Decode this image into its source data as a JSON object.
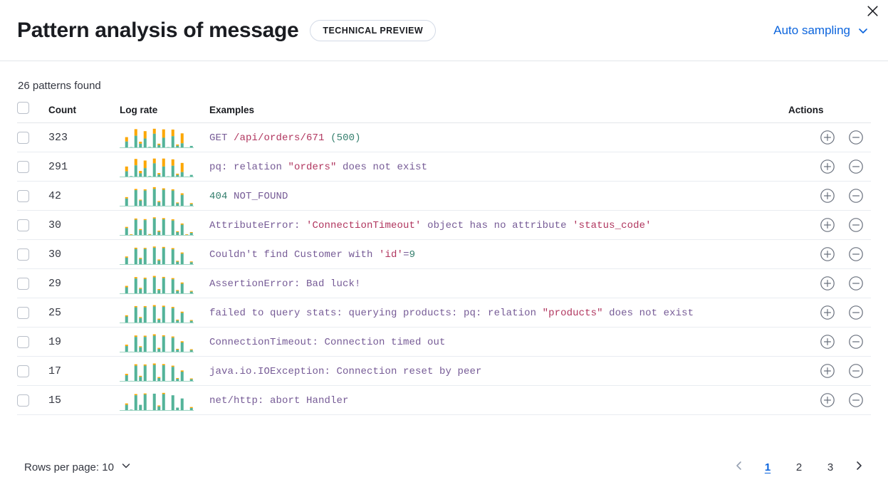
{
  "header": {
    "title": "Pattern analysis of message",
    "badge": "TECHNICAL PREVIEW",
    "sampling_label": "Auto sampling",
    "sampling_icon": "chevron-down-icon",
    "close_icon": "close-icon"
  },
  "summary": {
    "patterns_found": "26 patterns found"
  },
  "table": {
    "columns": {
      "count": "Count",
      "log_rate": "Log rate",
      "examples": "Examples",
      "actions": "Actions"
    },
    "rows": [
      {
        "count": "323",
        "example_plain": "GET /api/orders/671 (500)",
        "tokens": [
          {
            "t": "GET ",
            "c": "def"
          },
          {
            "t": "/api/orders/671",
            "c": "str"
          },
          {
            "t": " ",
            "c": "def"
          },
          {
            "t": "(500)",
            "c": "num"
          }
        ],
        "bars": [
          {
            "g": 0.0,
            "o": 0.0
          },
          {
            "g": 0.33,
            "o": 0.22
          },
          {
            "g": 0.05,
            "o": 0.0
          },
          {
            "g": 0.62,
            "o": 0.33
          },
          {
            "g": 0.22,
            "o": 0.1
          },
          {
            "g": 0.48,
            "o": 0.37
          },
          {
            "g": 0.06,
            "o": 0.0
          },
          {
            "g": 0.72,
            "o": 0.25
          },
          {
            "g": 0.16,
            "o": 0.06
          },
          {
            "g": 0.52,
            "o": 0.42
          },
          {
            "g": 0.05,
            "o": 0.0
          },
          {
            "g": 0.6,
            "o": 0.33
          },
          {
            "g": 0.12,
            "o": 0.06
          },
          {
            "g": 0.24,
            "o": 0.5
          },
          {
            "g": 0.04,
            "o": 0.0
          },
          {
            "g": 0.11,
            "o": 0.0
          }
        ]
      },
      {
        "count": "291",
        "example_plain": "pq: relation \"orders\" does not exist",
        "tokens": [
          {
            "t": "pq: relation ",
            "c": "def"
          },
          {
            "t": "\"orders\"",
            "c": "str"
          },
          {
            "t": " does not exist",
            "c": "def"
          }
        ],
        "bars": [
          {
            "g": 0.0,
            "o": 0.0
          },
          {
            "g": 0.3,
            "o": 0.24
          },
          {
            "g": 0.06,
            "o": 0.0
          },
          {
            "g": 0.6,
            "o": 0.32
          },
          {
            "g": 0.2,
            "o": 0.12
          },
          {
            "g": 0.46,
            "o": 0.38
          },
          {
            "g": 0.06,
            "o": 0.0
          },
          {
            "g": 0.7,
            "o": 0.24
          },
          {
            "g": 0.14,
            "o": 0.07
          },
          {
            "g": 0.54,
            "o": 0.4
          },
          {
            "g": 0.05,
            "o": 0.0
          },
          {
            "g": 0.58,
            "o": 0.32
          },
          {
            "g": 0.12,
            "o": 0.06
          },
          {
            "g": 0.26,
            "o": 0.46
          },
          {
            "g": 0.04,
            "o": 0.0
          },
          {
            "g": 0.12,
            "o": 0.0
          }
        ]
      },
      {
        "count": "42",
        "example_plain": "404 NOT_FOUND",
        "tokens": [
          {
            "t": "404",
            "c": "num"
          },
          {
            "t": " NOT_FOUND",
            "c": "def"
          }
        ],
        "bars": [
          {
            "g": 0.02,
            "o": 0.0
          },
          {
            "g": 0.4,
            "o": 0.07
          },
          {
            "g": 0.03,
            "o": 0.0
          },
          {
            "g": 0.82,
            "o": 0.06
          },
          {
            "g": 0.3,
            "o": 0.04
          },
          {
            "g": 0.8,
            "o": 0.06
          },
          {
            "g": 0.04,
            "o": 0.0
          },
          {
            "g": 0.88,
            "o": 0.09
          },
          {
            "g": 0.22,
            "o": 0.05
          },
          {
            "g": 0.84,
            "o": 0.07
          },
          {
            "g": 0.03,
            "o": 0.0
          },
          {
            "g": 0.8,
            "o": 0.06
          },
          {
            "g": 0.16,
            "o": 0.04
          },
          {
            "g": 0.58,
            "o": 0.08
          },
          {
            "g": 0.03,
            "o": 0.0
          },
          {
            "g": 0.12,
            "o": 0.05
          }
        ]
      },
      {
        "count": "30",
        "example_plain": "AttributeError: 'ConnectionTimeout' object has no attribute 'status_code'",
        "tokens": [
          {
            "t": "AttributeError: ",
            "c": "def"
          },
          {
            "t": "'ConnectionTimeout'",
            "c": "str"
          },
          {
            "t": " object has no attribute ",
            "c": "def"
          },
          {
            "t": "'status_code'",
            "c": "str"
          }
        ],
        "bars": [
          {
            "g": 0.02,
            "o": 0.0
          },
          {
            "g": 0.38,
            "o": 0.06
          },
          {
            "g": 0.04,
            "o": 0.03
          },
          {
            "g": 0.8,
            "o": 0.06
          },
          {
            "g": 0.28,
            "o": 0.05
          },
          {
            "g": 0.78,
            "o": 0.05
          },
          {
            "g": 0.05,
            "o": 0.03
          },
          {
            "g": 0.86,
            "o": 0.06
          },
          {
            "g": 0.2,
            "o": 0.05
          },
          {
            "g": 0.82,
            "o": 0.06
          },
          {
            "g": 0.03,
            "o": 0.0
          },
          {
            "g": 0.76,
            "o": 0.06
          },
          {
            "g": 0.18,
            "o": 0.04
          },
          {
            "g": 0.55,
            "o": 0.06
          },
          {
            "g": 0.04,
            "o": 0.03
          },
          {
            "g": 0.14,
            "o": 0.04
          }
        ]
      },
      {
        "count": "30",
        "example_plain": "Couldn't find Customer with 'id'=9",
        "tokens": [
          {
            "t": "Couldn't find Customer with ",
            "c": "def"
          },
          {
            "t": "'id'",
            "c": "str"
          },
          {
            "t": "=",
            "c": "def"
          },
          {
            "t": "9",
            "c": "num"
          }
        ],
        "bars": [
          {
            "g": 0.02,
            "o": 0.0
          },
          {
            "g": 0.36,
            "o": 0.06
          },
          {
            "g": 0.04,
            "o": 0.0
          },
          {
            "g": 0.8,
            "o": 0.06
          },
          {
            "g": 0.3,
            "o": 0.05
          },
          {
            "g": 0.8,
            "o": 0.05
          },
          {
            "g": 0.05,
            "o": 0.0
          },
          {
            "g": 0.86,
            "o": 0.06
          },
          {
            "g": 0.22,
            "o": 0.05
          },
          {
            "g": 0.84,
            "o": 0.06
          },
          {
            "g": 0.03,
            "o": 0.0
          },
          {
            "g": 0.78,
            "o": 0.06
          },
          {
            "g": 0.16,
            "o": 0.04
          },
          {
            "g": 0.56,
            "o": 0.06
          },
          {
            "g": 0.03,
            "o": 0.0
          },
          {
            "g": 0.13,
            "o": 0.04
          }
        ]
      },
      {
        "count": "29",
        "example_plain": "AssertionError: Bad luck!",
        "tokens": [
          {
            "t": "AssertionError: Bad luck!",
            "c": "def"
          }
        ],
        "bars": [
          {
            "g": 0.02,
            "o": 0.0
          },
          {
            "g": 0.34,
            "o": 0.07
          },
          {
            "g": 0.04,
            "o": 0.0
          },
          {
            "g": 0.78,
            "o": 0.07
          },
          {
            "g": 0.26,
            "o": 0.05
          },
          {
            "g": 0.76,
            "o": 0.06
          },
          {
            "g": 0.05,
            "o": 0.0
          },
          {
            "g": 0.84,
            "o": 0.07
          },
          {
            "g": 0.2,
            "o": 0.05
          },
          {
            "g": 0.8,
            "o": 0.06
          },
          {
            "g": 0.03,
            "o": 0.0
          },
          {
            "g": 0.74,
            "o": 0.06
          },
          {
            "g": 0.16,
            "o": 0.04
          },
          {
            "g": 0.52,
            "o": 0.06
          },
          {
            "g": 0.03,
            "o": 0.0
          },
          {
            "g": 0.12,
            "o": 0.04
          }
        ]
      },
      {
        "count": "25",
        "example_plain": "failed to query stats: querying products: pq: relation \"products\" does not exist",
        "tokens": [
          {
            "t": "failed to query stats: querying products: pq: relation ",
            "c": "def"
          },
          {
            "t": "\"products\"",
            "c": "str"
          },
          {
            "t": " does not exist",
            "c": "def"
          }
        ],
        "bars": [
          {
            "g": 0.02,
            "o": 0.0
          },
          {
            "g": 0.34,
            "o": 0.06
          },
          {
            "g": 0.03,
            "o": 0.0
          },
          {
            "g": 0.8,
            "o": 0.06
          },
          {
            "g": 0.26,
            "o": 0.05
          },
          {
            "g": 0.8,
            "o": 0.06
          },
          {
            "g": 0.04,
            "o": 0.0
          },
          {
            "g": 0.84,
            "o": 0.07
          },
          {
            "g": 0.18,
            "o": 0.05
          },
          {
            "g": 0.82,
            "o": 0.06
          },
          {
            "g": 0.03,
            "o": 0.0
          },
          {
            "g": 0.76,
            "o": 0.06
          },
          {
            "g": 0.14,
            "o": 0.04
          },
          {
            "g": 0.52,
            "o": 0.06
          },
          {
            "g": 0.03,
            "o": 0.0
          },
          {
            "g": 0.12,
            "o": 0.04
          }
        ]
      },
      {
        "count": "19",
        "example_plain": "ConnectionTimeout: Connection timed out",
        "tokens": [
          {
            "t": "ConnectionTimeout: Connection timed out",
            "c": "def"
          }
        ],
        "bars": [
          {
            "g": 0.02,
            "o": 0.0
          },
          {
            "g": 0.32,
            "o": 0.07
          },
          {
            "g": 0.04,
            "o": 0.0
          },
          {
            "g": 0.78,
            "o": 0.07
          },
          {
            "g": 0.26,
            "o": 0.05
          },
          {
            "g": 0.78,
            "o": 0.06
          },
          {
            "g": 0.04,
            "o": 0.0
          },
          {
            "g": 0.84,
            "o": 0.07
          },
          {
            "g": 0.18,
            "o": 0.05
          },
          {
            "g": 0.8,
            "o": 0.06
          },
          {
            "g": 0.03,
            "o": 0.0
          },
          {
            "g": 0.74,
            "o": 0.06
          },
          {
            "g": 0.14,
            "o": 0.04
          },
          {
            "g": 0.5,
            "o": 0.06
          },
          {
            "g": 0.03,
            "o": 0.0
          },
          {
            "g": 0.12,
            "o": 0.04
          }
        ]
      },
      {
        "count": "17",
        "example_plain": "java.io.IOException: Connection reset by peer",
        "tokens": [
          {
            "t": "java.io.IOException: Connection reset by peer",
            "c": "def"
          }
        ],
        "bars": [
          {
            "g": 0.02,
            "o": 0.0
          },
          {
            "g": 0.32,
            "o": 0.07
          },
          {
            "g": 0.04,
            "o": 0.0
          },
          {
            "g": 0.8,
            "o": 0.07
          },
          {
            "g": 0.24,
            "o": 0.05
          },
          {
            "g": 0.8,
            "o": 0.06
          },
          {
            "g": 0.04,
            "o": 0.0
          },
          {
            "g": 0.84,
            "o": 0.07
          },
          {
            "g": 0.18,
            "o": 0.05
          },
          {
            "g": 0.82,
            "o": 0.06
          },
          {
            "g": 0.03,
            "o": 0.0
          },
          {
            "g": 0.74,
            "o": 0.06
          },
          {
            "g": 0.14,
            "o": 0.04
          },
          {
            "g": 0.5,
            "o": 0.06
          },
          {
            "g": 0.03,
            "o": 0.0
          },
          {
            "g": 0.12,
            "o": 0.04
          }
        ]
      },
      {
        "count": "15",
        "example_plain": "net/http: abort Handler",
        "tokens": [
          {
            "t": "net/http: abort Handler",
            "c": "def"
          }
        ],
        "bars": [
          {
            "g": 0.02,
            "o": 0.0
          },
          {
            "g": 0.3,
            "o": 0.07
          },
          {
            "g": 0.06,
            "o": 0.0
          },
          {
            "g": 0.78,
            "o": 0.06
          },
          {
            "g": 0.3,
            "o": 0.0
          },
          {
            "g": 0.82,
            "o": 0.05
          },
          {
            "g": 0.04,
            "o": 0.0
          },
          {
            "g": 0.86,
            "o": 0.0
          },
          {
            "g": 0.22,
            "o": 0.05
          },
          {
            "g": 0.84,
            "o": 0.06
          },
          {
            "g": 0.03,
            "o": 0.0
          },
          {
            "g": 0.78,
            "o": 0.0
          },
          {
            "g": 0.16,
            "o": 0.0
          },
          {
            "g": 0.62,
            "o": 0.0
          },
          {
            "g": 0.04,
            "o": 0.0
          },
          {
            "g": 0.14,
            "o": 0.05
          }
        ]
      }
    ]
  },
  "row_actions": {
    "add_icon": "plus-in-circle-icon",
    "remove_icon": "minus-in-circle-icon"
  },
  "footer": {
    "rows_per_page": "Rows per page: 10",
    "rows_per_page_icon": "chevron-down-icon",
    "prev_icon": "chevron-left-icon",
    "next_icon": "chevron-right-icon",
    "pages": [
      "1",
      "2",
      "3"
    ],
    "active_page": "1"
  },
  "colors": {
    "accent_blue": "#0b64dd",
    "bar_green": "#54b399",
    "bar_orange": "#fca700",
    "token_default": "#765b96",
    "token_string": "#b0355e",
    "token_number": "#357f6e",
    "border": "#e3e6ea"
  }
}
